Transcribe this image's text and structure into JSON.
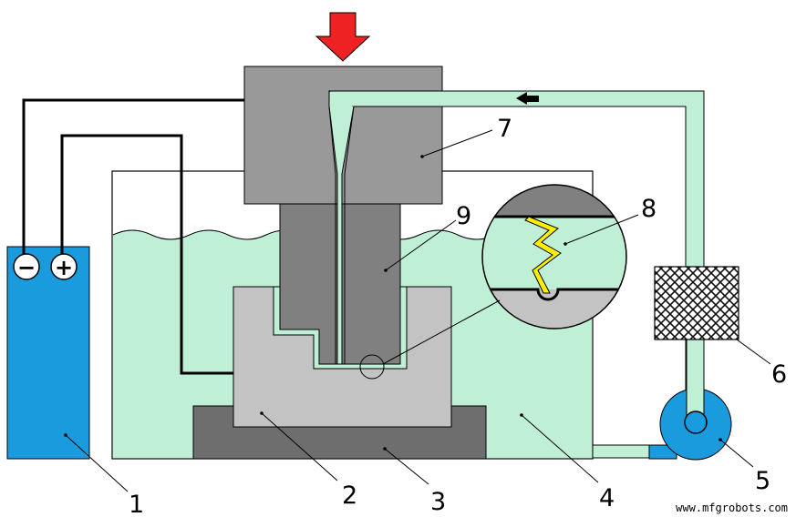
{
  "callouts": {
    "c1": "1",
    "c2": "2",
    "c3": "3",
    "c4": "4",
    "c5": "5",
    "c6": "6",
    "c7": "7",
    "c8": "8",
    "c9": "9"
  },
  "power_supply": {
    "negative_symbol": "−",
    "positive_symbol": "+"
  },
  "watermark": "www.mfgrobots.com",
  "colors": {
    "fluid": "#bff0d6",
    "power_supply": "#1a9bde",
    "tool_holder": "#999999",
    "electrode": "#808080",
    "workpiece": "#c3c3c3",
    "table": "#6e6e6e",
    "force_arrow": "#ee2222",
    "pump": "#1a9bde",
    "spark": "#ffee00"
  },
  "icons": {
    "force_arrow": "down-arrow-icon",
    "flow_arrow": "left-arrow-icon",
    "pump": "pump-icon",
    "filter": "filter-icon",
    "spark": "spark-icon"
  }
}
